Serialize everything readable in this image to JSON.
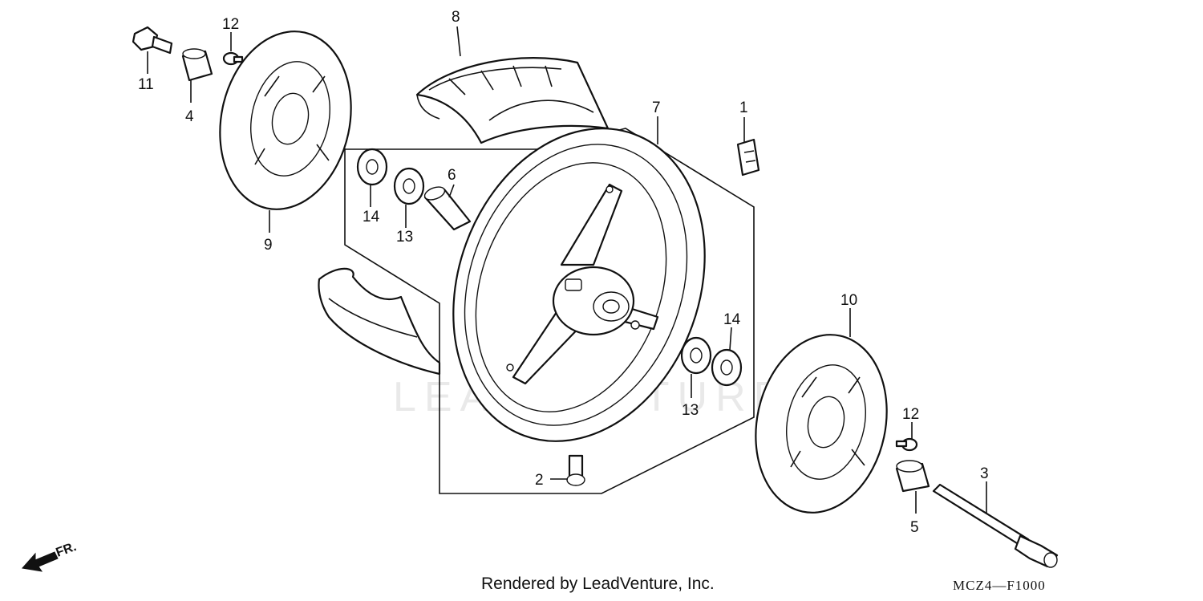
{
  "watermark": "LEADVENTURE",
  "footer": {
    "credit": "Rendered by LeadVenture, Inc.",
    "diagram_code": "MCZ4—F1000"
  },
  "direction": {
    "label": "FR.",
    "icon": "front-direction-arrow-icon"
  },
  "callouts": [
    {
      "label": "1"
    },
    {
      "label": "2"
    },
    {
      "label": "3"
    },
    {
      "label": "4"
    },
    {
      "label": "5"
    },
    {
      "label": "6"
    },
    {
      "label": "7"
    },
    {
      "label": "8"
    },
    {
      "label": "9"
    },
    {
      "label": "10"
    },
    {
      "label": "11"
    },
    {
      "label": "12"
    },
    {
      "label": "12"
    },
    {
      "label": "13"
    },
    {
      "label": "13"
    },
    {
      "label": "14"
    },
    {
      "label": "14"
    }
  ]
}
